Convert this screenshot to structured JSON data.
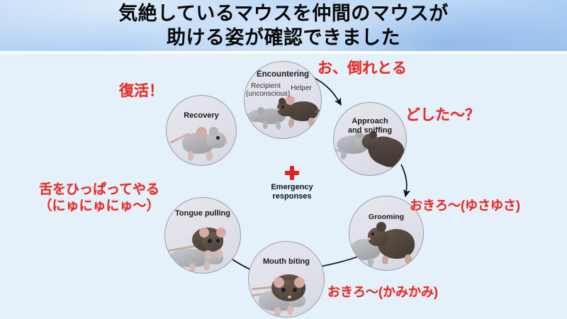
{
  "header": {
    "title": "気絶しているマウスを仲間のマウスが\n助ける姿が確認できました",
    "banner_color": "#a9ccf2"
  },
  "canvas": {
    "background_color": "#e4f1fb",
    "node_fill": "#e0e1e9",
    "node_border": "#9a9da8",
    "annotation_color": "#ea2b24"
  },
  "center": {
    "icon": "red-cross-icon",
    "caption": "Emergency\nresponses"
  },
  "nodes": [
    {
      "id": "encountering",
      "label": "Encountering",
      "sublabel_left": "Recipient\n(unconscious)",
      "sublabel_right": "Helper"
    },
    {
      "id": "approach-and-sniffing",
      "label": "Approach\nand sniffing"
    },
    {
      "id": "grooming",
      "label": "Grooming"
    },
    {
      "id": "mouth-biting",
      "label": "Mouth biting"
    },
    {
      "id": "tongue-pulling",
      "label": "Tongue pulling"
    },
    {
      "id": "recovery",
      "label": "Recovery"
    }
  ],
  "annotations": [
    {
      "id": "annot-encountering",
      "text": "お、倒れとる"
    },
    {
      "id": "annot-approach",
      "text": "どした〜？"
    },
    {
      "id": "annot-grooming",
      "text": "おきろ〜(ゆさゆさ)"
    },
    {
      "id": "annot-mouth-biting",
      "text": "おきろ〜(かみかみ)"
    },
    {
      "id": "annot-tongue-pulling",
      "text": "舌をひっぱってやる\n（にゅにゅにゅ〜）"
    },
    {
      "id": "annot-recovery",
      "text": "復活！"
    }
  ]
}
